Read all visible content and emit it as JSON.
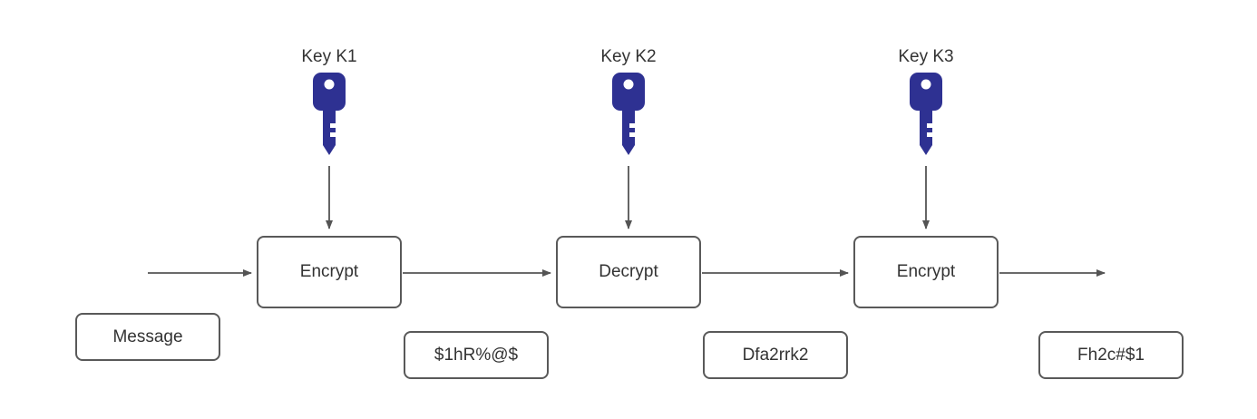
{
  "diagram": {
    "keys": [
      {
        "label": "Key K1",
        "icon": "key-icon"
      },
      {
        "label": "Key K2",
        "icon": "key-icon"
      },
      {
        "label": "Key K3",
        "icon": "key-icon"
      }
    ],
    "stages": [
      {
        "label": "Encrypt"
      },
      {
        "label": "Decrypt"
      },
      {
        "label": "Encrypt"
      }
    ],
    "data_labels": [
      {
        "label": "Message"
      },
      {
        "label": "$1hR%@$"
      },
      {
        "label": "Dfa2rrk2"
      },
      {
        "label": "Fh2c#$1"
      }
    ],
    "colors": {
      "key_fill": "#2e3192",
      "box_border": "#595959",
      "arrow": "#545454",
      "text": "#333333"
    }
  }
}
